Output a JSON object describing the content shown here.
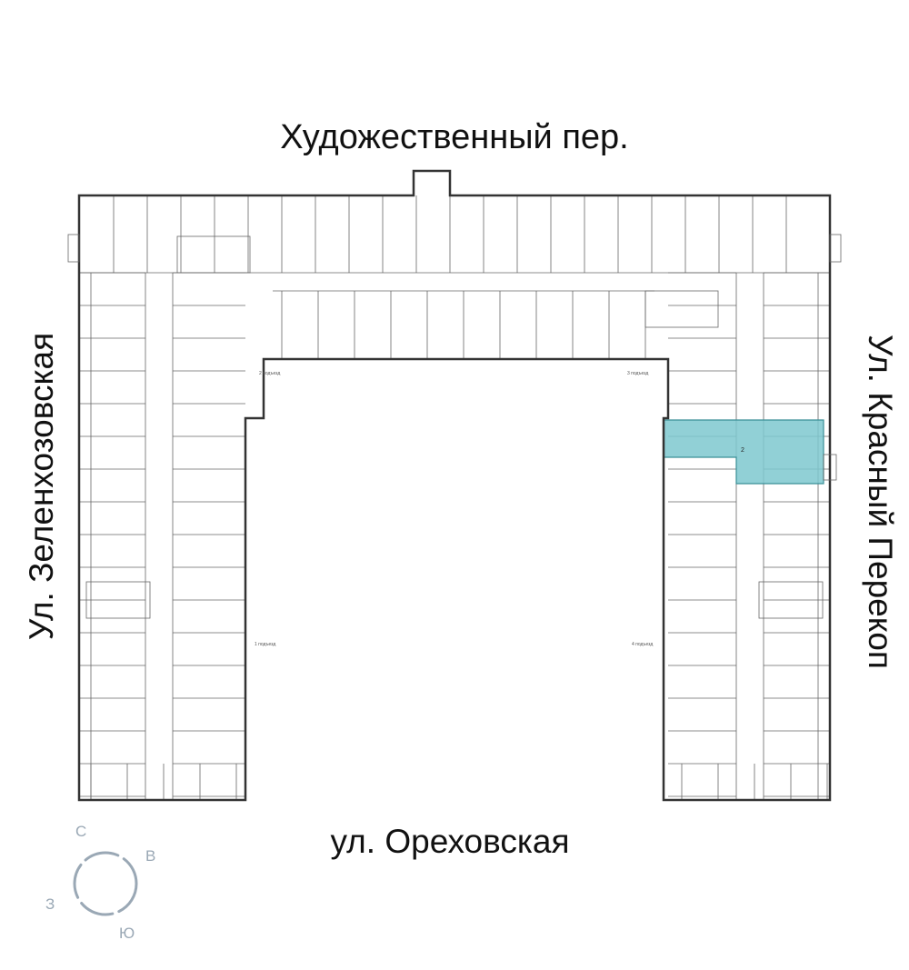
{
  "streets": {
    "top": "Художественный пер.",
    "bottom": "ул. Ореховская",
    "left": "Ул. Зеленхозовская",
    "right": "Ул. Красный Перекоп"
  },
  "entrances": [
    "1 подъезд",
    "2 подъезд",
    "3 подъезд",
    "4 подъезд"
  ],
  "highlighted_apartment": {
    "rooms": "2",
    "color": "#7ec8cf"
  },
  "compass": {
    "north": "С",
    "east": "В",
    "west": "З",
    "south": "Ю",
    "color": "#9aa8b5"
  }
}
